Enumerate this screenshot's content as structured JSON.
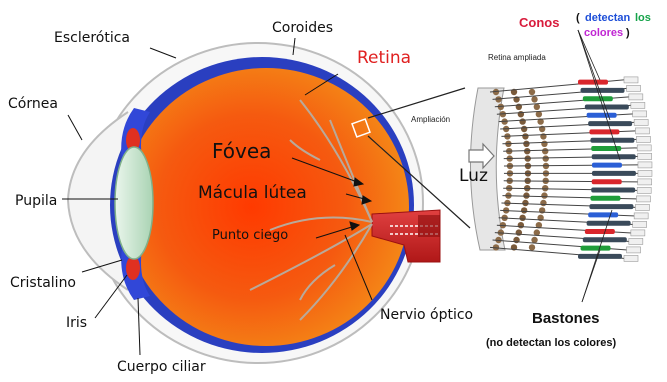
{
  "labels": {
    "esclerotica": "Esclerótica",
    "coroides": "Coroides",
    "retina": "Retina",
    "cornea": "Córnea",
    "pupila": "Pupila",
    "fovea": "Fóvea",
    "macula": "Mácula lútea",
    "punto_ciego": "Punto ciego",
    "cristalino": "Cristalino",
    "iris": "Iris",
    "cuerpo_ciliar": "Cuerpo ciliar",
    "nervio_optico": "Nervio óptico",
    "retina_ampliada": "Retina ampliada",
    "ampliacion": "Ampliación",
    "luz": "Luz",
    "conos": "Conos",
    "conos_note_open": "(",
    "conos_note_1": "detectan",
    "conos_note_2": "los",
    "conos_note_3": "colores",
    "conos_note_close": ")",
    "bastones": "Bastones",
    "bastones_note": "(no detectan los colores)"
  },
  "colors": {
    "retina_label": "#e02020",
    "conos_label": "#d81b3c",
    "note_green": "#16a34a",
    "note_blue": "#1d4ed8",
    "note_pink": "#c026d3",
    "eye_orange": "#f26a10",
    "sclera_blue": "#2034b8",
    "lens_green": "#cfe8d4"
  }
}
